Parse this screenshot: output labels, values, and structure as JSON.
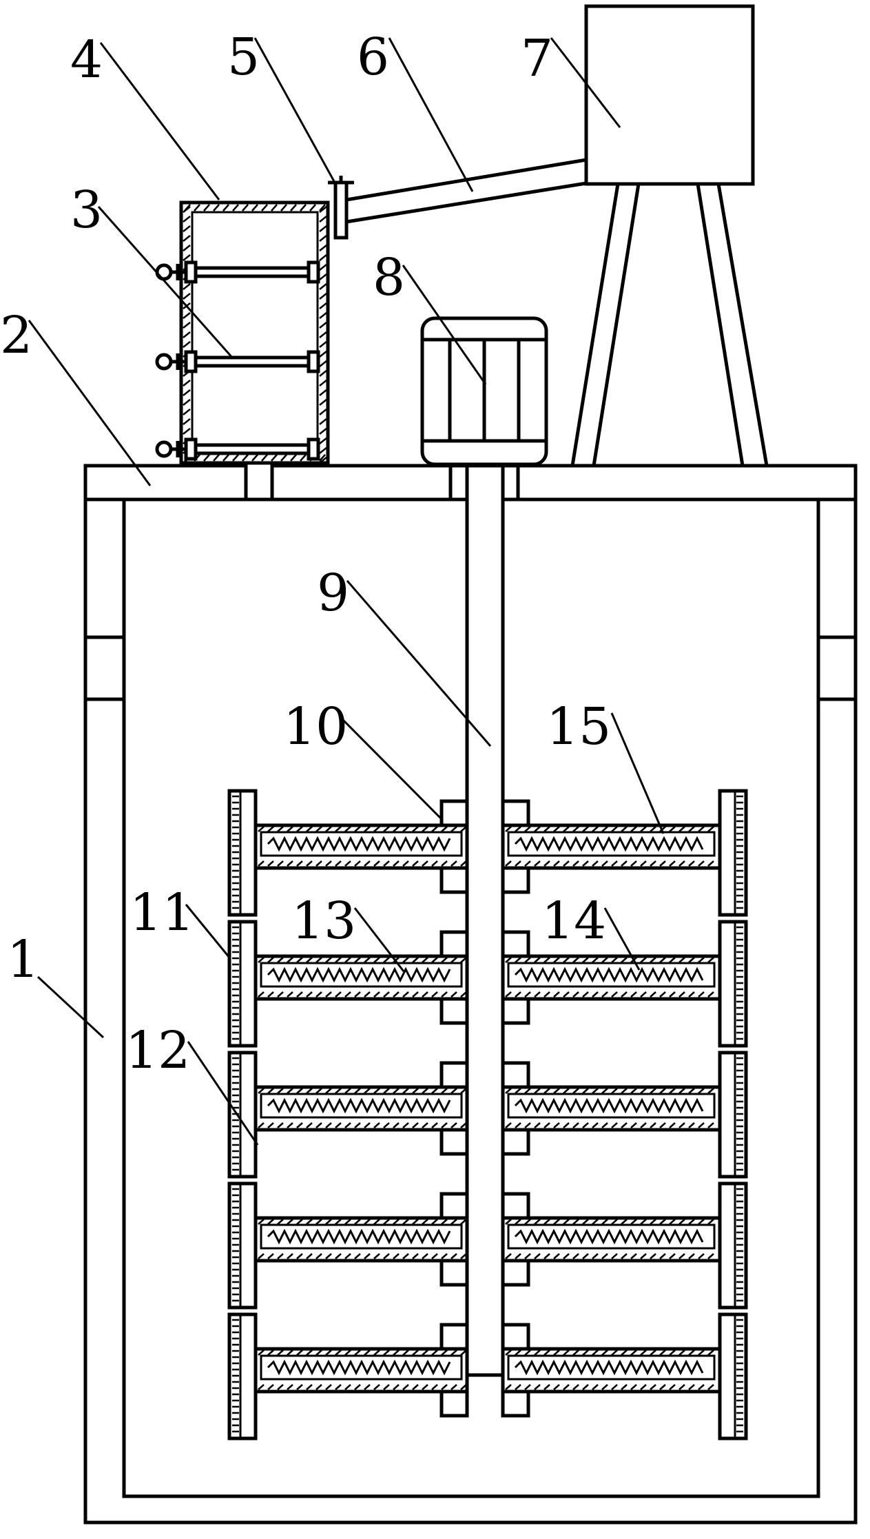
{
  "labels": {
    "l1": "1",
    "l2": "2",
    "l3": "3",
    "l4": "4",
    "l5": "5",
    "l6": "6",
    "l7": "7",
    "l8": "8",
    "l9": "9",
    "l10": "10",
    "l11": "11",
    "l12": "12",
    "l13": "13",
    "l14": "14",
    "l15": "15"
  },
  "component_rows": 5
}
